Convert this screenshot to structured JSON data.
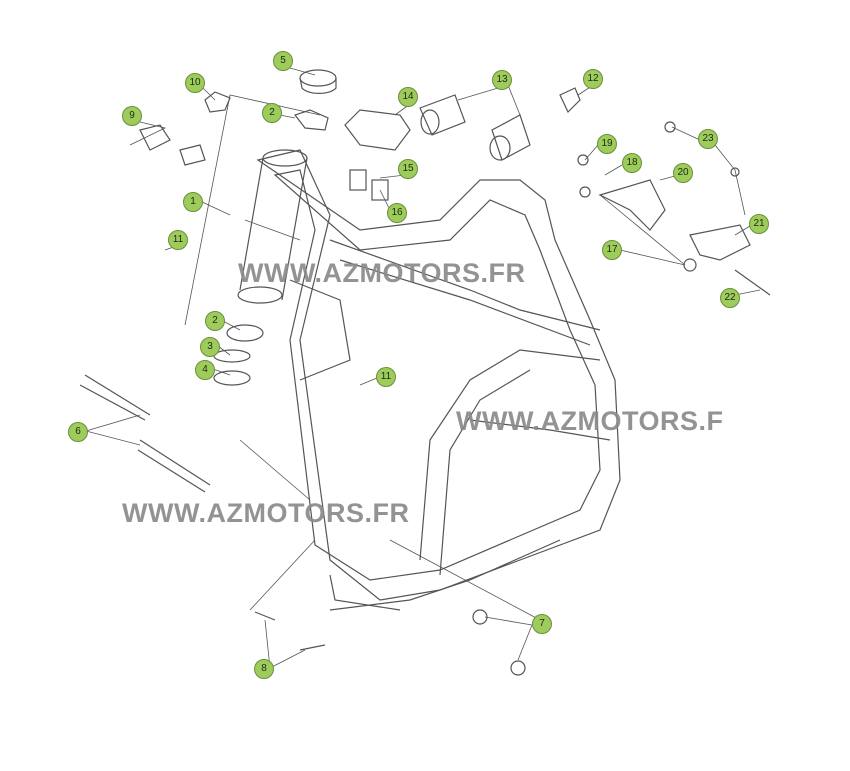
{
  "diagram": {
    "callouts": [
      "5",
      "10",
      "2",
      "9",
      "14",
      "13",
      "12",
      "19",
      "18",
      "20",
      "23",
      "15",
      "16",
      "1",
      "11",
      "21",
      "17",
      "22",
      "2",
      "3",
      "4",
      "11",
      "6",
      "7",
      "8"
    ],
    "colors": {
      "callout_fill": "#9dcc5c",
      "callout_border": "#6b8f3a",
      "line": "#555555",
      "watermark": "#8a8a8a"
    }
  },
  "watermarks": [
    "WWW.AZMOTORS.FR",
    "WWW.AZMOTORS.F",
    "WWW.AZMOTORS.FR"
  ]
}
